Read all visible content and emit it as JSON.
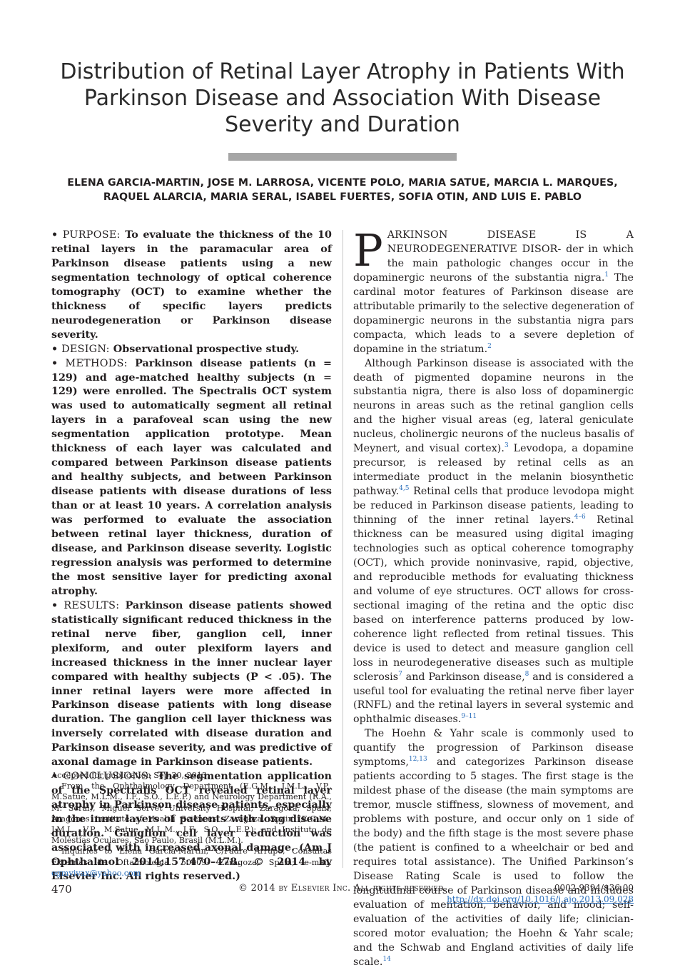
{
  "article": {
    "title": "Distribution of Retinal Layer Atrophy in Patients With Parkinson Disease and Association With Disease Severity and Duration",
    "authors_line1": "ELENA GARCIA-MARTIN, JOSE M. LARROSA, VICENTE POLO, MARIA SATUE, MARCIA L. MARQUES,",
    "authors_line2": "RAQUEL ALARCIA, MARIA SERAL, ISABEL FUERTES, SOFIA OTIN, AND LUIS E. PABLO"
  },
  "abstract": {
    "bullet": "•",
    "purpose_label": "PURPOSE:",
    "purpose_text": "To evaluate the thickness of the 10 retinal layers in the paramacular area of Parkinson disease patients using a new segmentation technology of optical coherence tomography (OCT) to examine whether the thickness of specific layers predicts neurodegeneration or Parkinson disease severity.",
    "design_label": "DESIGN:",
    "design_text": "Observational prospective study.",
    "methods_label": "METHODS:",
    "methods_text": "Parkinson disease patients (n = 129) and age-matched healthy subjects (n = 129) were enrolled. The Spectralis OCT system was used to automatically segment all retinal layers in a parafoveal scan using the new segmentation application prototype. Mean thickness of each layer was calculated and compared between Parkinson disease patients and healthy subjects, and between Parkinson disease patients with disease durations of less than or at least 10 years. A correlation analysis was performed to evaluate the association between retinal layer thickness, duration of disease, and Parkinson disease severity. Logistic regression analysis was performed to determine the most sensitive layer for predicting axonal atrophy.",
    "results_label": "RESULTS:",
    "results_text": "Parkinson disease patients showed statistically significant reduced thickness in the retinal nerve fiber, ganglion cell, inner plexiform, and outer plexiform layers and increased thickness in the inner nuclear layer compared with healthy subjects (P < .05). The inner retinal layers were more affected in Parkinson disease patients with long disease duration. The ganglion cell layer thickness was inversely correlated with disease duration and Parkinson disease severity, and was predictive of axonal damage in Parkinson disease patients.",
    "conclusions_label": "CONCLUSIONS:",
    "conclusions_text": "The segmentation application of the Spectralis OCT revealed retinal layer atrophy in Parkinson disease patients, especially in the inner layers of patients with long disease duration. Ganglion cell layer reduction was associated with increased axonal damage.",
    "citation": "(Am J Ophthalmol 2014;157:470–478. © 2014 by Elsevier Inc. All rights reserved.)"
  },
  "footnotes": {
    "accepted": "Accepted for publication Sep 30, 2013.",
    "affiliations": "From the Ophthalmology Department (E.G.M., J.M.L., V.P., M.Satue, M.L.M., I.F., S.O., L.E.P.) and Neurology Department (R.A., M. Seral), Miguel Servet University Hospital, Zaragoza, Spain; Aragones Institute of Health Sciences, Zaragoza, Spain (E.G.M., J.M.L., V.P., M.Satue, M.L.M., I.F., S.O., L.E.P.); and Instituto de Moléstias Oculares, São Paulo, Brasil (M.L.M.).",
    "inquiries": "Inquiries to Elena Garcia-Martin, C/Padre Arrupe, Consultas Externas de Oftalmologia. 50009- Zaragoza, Spain; e-mail: ",
    "email": "egmvivax@yahoo.com"
  },
  "body": {
    "dropcap": "P",
    "lead_caps": "ARKINSON DISEASE IS A NEURODEGENERATIVE DISOR-",
    "p1_text_a": "der in which the main pathologic changes occur in the dopaminergic neurons of the substantia nigra.",
    "ref_1": "1",
    "p1_text_b": " The cardinal motor features of Parkinson disease are attributable primarily to the selective degeneration of dopaminergic neurons in the substantia nigra pars compacta, which leads to a severe depletion of dopamine in the striatum.",
    "ref_2": "2",
    "p2_a": "Although Parkinson disease is associated with the death of pigmented dopamine neurons in the substantia nigra, there is also loss of dopaminergic neurons in areas such as the retinal ganglion cells and the higher visual areas (eg, lateral geniculate nucleus, cholinergic neurons of the nucleus basalis of Meynert, and visual cortex).",
    "ref_3": "3",
    "p2_b": " Levodopa, a dopamine precursor, is released by retinal cells as an intermediate product in the melanin biosynthetic pathway.",
    "ref_45": "4,5",
    "p2_c": " Retinal cells that produce levodopa might be reduced in Parkinson disease patients, leading to thinning of the inner retinal layers.",
    "ref_46": "4–6",
    "p2_d": " Retinal thickness can be measured using digital imaging technologies such as optical coherence tomography (OCT), which provide noninvasive, rapid, objective, and reproducible methods for evaluating thickness and volume of eye structures. OCT allows for cross-sectional imaging of the retina and the optic disc based on interference patterns produced by low-coherence light reflected from retinal tissues. This device is used to detect and measure ganglion cell loss in neurodegenerative diseases such as multiple sclerosis",
    "ref_7": "7",
    "p2_e": " and Parkinson disease,",
    "ref_8": "8",
    "p2_f": " and is considered a useful tool for evaluating the retinal nerve fiber layer (RNFL) and the retinal layers in several systemic and ophthalmic diseases.",
    "ref_911": "9–11",
    "p3_a": "The Hoehn & Yahr scale is commonly used to quantify the progression of Parkinson disease symptoms,",
    "ref_1213": "12,13",
    "p3_b": " and categorizes Parkinson disease patients according to 5 stages. The first stage is the mildest phase of the disease (the main symptoms are tremor, muscle stiffness, slowness of movement, and problems with posture, and occur only on 1 side of the body) and the fifth stage is the most severe phase (the patient is confined to a wheelchair or bed and requires total assistance). The Unified Parkinson’s Disease Rating Scale is used to follow the longitudinal course of Parkinson disease and includes evaluation of mentation, behavior, and mood; self-evaluation of the activities of daily life; clinician-scored motor evaluation; the Hoehn & Yahr scale; and the Schwab and England activities of daily life scale.",
    "ref_14": "14"
  },
  "footer": {
    "page_number": "470",
    "copyright": "© 2014 by Elsevier Inc. All rights reserved.",
    "issn": "0002-9394/$36.00",
    "doi": "http://dx.doi.org/10.1016/j.ajo.2013.09.028"
  },
  "colors": {
    "link": "#2a6ebb",
    "rule": "#a6a6a6",
    "text": "#231f20"
  }
}
